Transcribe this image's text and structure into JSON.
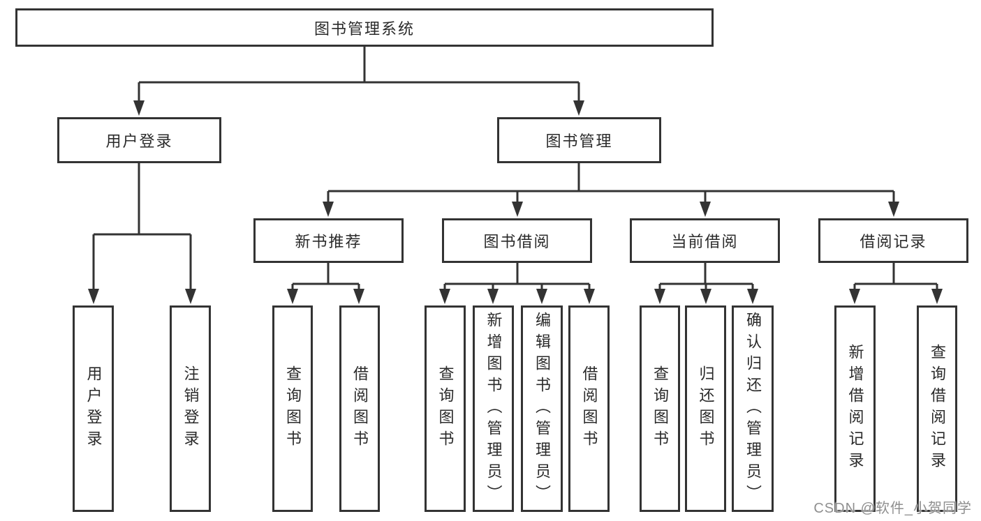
{
  "diagram": {
    "title": "图书管理系统",
    "tree": {
      "label": "图书管理系统",
      "children": [
        {
          "label": "用户登录",
          "children": [
            {
              "label": "用户登录"
            },
            {
              "label": "注销登录"
            }
          ]
        },
        {
          "label": "图书管理",
          "children": [
            {
              "label": "新书推荐",
              "children": [
                {
                  "label": "查询图书"
                },
                {
                  "label": "借阅图书"
                }
              ]
            },
            {
              "label": "图书借阅",
              "children": [
                {
                  "label": "查询图书"
                },
                {
                  "label": "新增图书（管理员）"
                },
                {
                  "label": "编辑图书（管理员）"
                },
                {
                  "label": "借阅图书"
                }
              ]
            },
            {
              "label": "当前借阅",
              "children": [
                {
                  "label": "查询图书"
                },
                {
                  "label": "归还图书"
                },
                {
                  "label": "确认归还（管理员）"
                }
              ]
            },
            {
              "label": "借阅记录",
              "children": [
                {
                  "label": "新增借阅记录"
                },
                {
                  "label": "查询借阅记录"
                }
              ]
            }
          ]
        }
      ]
    },
    "colors": {
      "line": "#333333",
      "box_border": "#333333",
      "text": "#2a2a2a",
      "background": "#ffffff",
      "watermark_text": "#8f8f8f"
    }
  },
  "watermark": {
    "text": "CSDN @软件_小贺同学"
  }
}
